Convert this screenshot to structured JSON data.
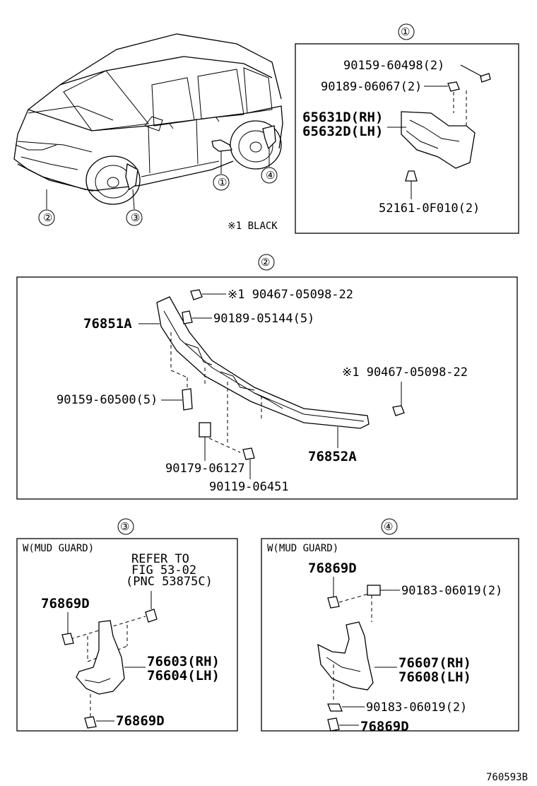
{
  "overview": {
    "callouts": [
      "①",
      "②",
      "③",
      "④"
    ],
    "note": "※1 BLACK"
  },
  "section1": {
    "marker": "①",
    "labels": {
      "bolt": "90159-60498(2)",
      "nut": "90189-06067(2)",
      "cover_rh": "65631D(RH)",
      "cover_lh": "65632D(LH)",
      "clip": "52161-0F010(2)"
    }
  },
  "section2": {
    "marker": "②",
    "labels": {
      "screw_top": "※1 90467-05098-22",
      "panel": "76851A",
      "nut": "90189-05144(5)",
      "screw_right": "※1 90467-05098-22",
      "bolt": "90159-60500(5)",
      "extension": "76852A",
      "clip_nut": "90179-06127",
      "bolt_small": "90119-06451"
    }
  },
  "section3": {
    "marker": "③",
    "title": "W(MUD GUARD)",
    "refer": [
      "REFER TO",
      "FIG 53-02",
      "(PNC 53875C)"
    ],
    "labels": {
      "screw_top": "76869D",
      "guard_rh": "76603(RH)",
      "guard_lh": "76604(LH)",
      "screw_bottom": "76869D"
    }
  },
  "section4": {
    "marker": "④",
    "title": "W(MUD GUARD)",
    "labels": {
      "screw_top": "76869D",
      "nut_top": "90183-06019(2)",
      "guard_rh": "76607(RH)",
      "guard_lh": "76608(LH)",
      "nut_bottom": "90183-06019(2)",
      "screw_bottom": "76869D"
    }
  },
  "figure_id": "760593B"
}
